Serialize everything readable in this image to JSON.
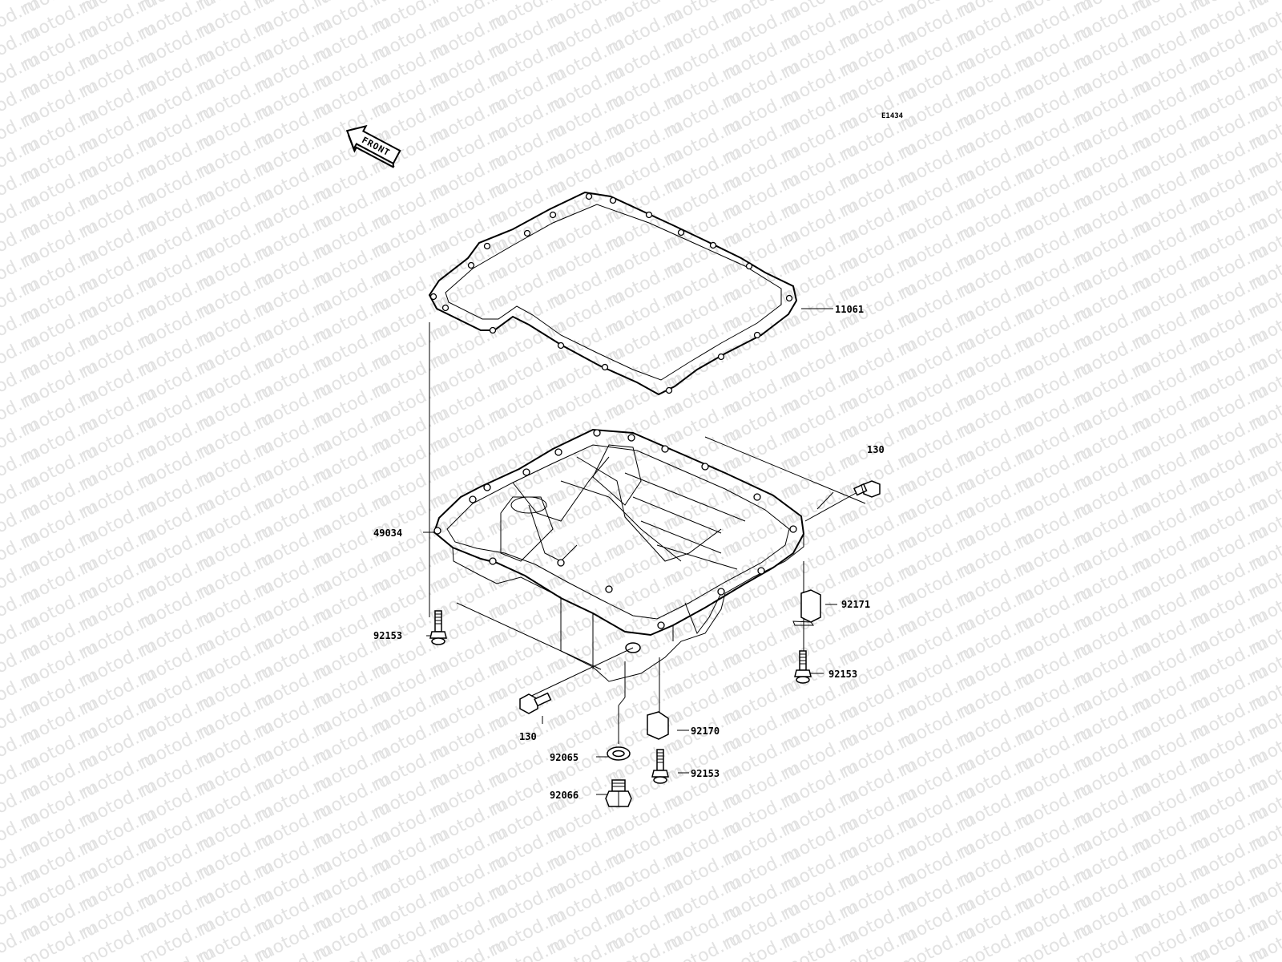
{
  "watermark": "motod.ru",
  "diagram_code": "E1434",
  "front_arrow_text": "FRONT",
  "parts": {
    "gasket": "11061",
    "oil_pan": "49034",
    "bolt_right_top": "130",
    "bolt_left": "130",
    "bolt_left_pan": "92153",
    "bolt_right_pan": "92153",
    "bolt_center": "92153",
    "clamp_right": "92171",
    "clamp_center": "92170",
    "washer": "92065",
    "drain_plug": "92066"
  }
}
